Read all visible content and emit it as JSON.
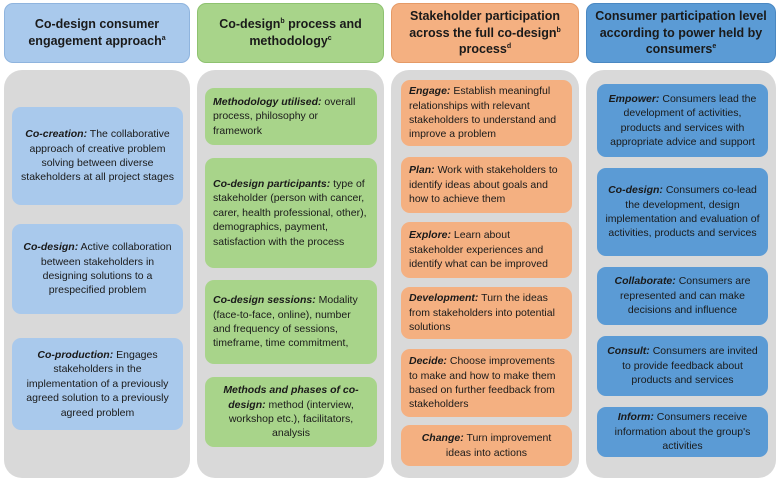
{
  "columns": [
    {
      "header": "Co-design consumer engagement approach",
      "header_sup": "a",
      "items": [
        {
          "term": "Co-creation:",
          "text": " The collaborative approach of creative problem solving between diverse stakeholders at all project stages"
        },
        {
          "term": "Co-design:",
          "text": " Active collaboration between stakeholders in designing solutions to a prespecified problem"
        },
        {
          "term": "Co-production:",
          "text": " Engages stakeholders in the implementation of a previously agreed solution to a previously agreed problem"
        }
      ]
    },
    {
      "header_part1": "Co-design",
      "header_sup1": "b",
      "header_part2": " process and methodology",
      "header_sup2": "c",
      "items": [
        {
          "term": "Methodology utilised:",
          "text": " overall process, philosophy or framework"
        },
        {
          "term": "Co-design participants:",
          "text": "  type of stakeholder (person with cancer, carer, health professional, other), demographics, payment, satisfaction with the process"
        },
        {
          "term": "Co-design sessions:",
          "text": " Modality (face-to-face, online), number and frequency of sessions, timeframe, time commitment,"
        },
        {
          "term": "Methods and phases of co-design:",
          "text": "  method (interview, workshop etc.), facilitators, analysis"
        }
      ]
    },
    {
      "header_part1": "Stakeholder participation across the full co-design",
      "header_sup1": "b",
      "header_part2": " process",
      "header_sup2": "d",
      "items": [
        {
          "term": "Engage:",
          "text": " Establish meaningful relationships with relevant stakeholders to understand and improve a problem"
        },
        {
          "term": "Plan:",
          "text": " Work with stakeholders to identify ideas about goals and how to achieve them"
        },
        {
          "term": "Explore:",
          "text": " Learn about stakeholder experiences and identify what can be improved"
        },
        {
          "term": "Development:",
          "text": " Turn the ideas from stakeholders into potential solutions"
        },
        {
          "term": "Decide:",
          "text": " Choose improvements to make and how to make them based on further feedback from stakeholders"
        },
        {
          "term": "Change:",
          "text": " Turn improvement ideas into actions"
        }
      ]
    },
    {
      "header": "Consumer participation level according to power held by consumers",
      "header_sup": "e",
      "items": [
        {
          "term": "Empower:",
          "text": " Consumers lead the development of activities, products and services with appropriate advice and support"
        },
        {
          "term": "Co-design:",
          "text": " Consumers co-lead the development, design implementation and evaluation of activities, products and services"
        },
        {
          "term": "Collaborate:",
          "text": " Consumers are represented and can make decisions and influence"
        },
        {
          "term": "Consult:",
          "text": " Consumers are invited to provide feedback about products and services"
        },
        {
          "term": "Inform:",
          "text": " Consumers receive information about the group's activities"
        }
      ]
    }
  ],
  "colors": {
    "col1": "#a9c9ec",
    "col2": "#a8d48a",
    "col3": "#f4b081",
    "col4": "#5b9bd5",
    "panel": "#d9d9d9"
  }
}
